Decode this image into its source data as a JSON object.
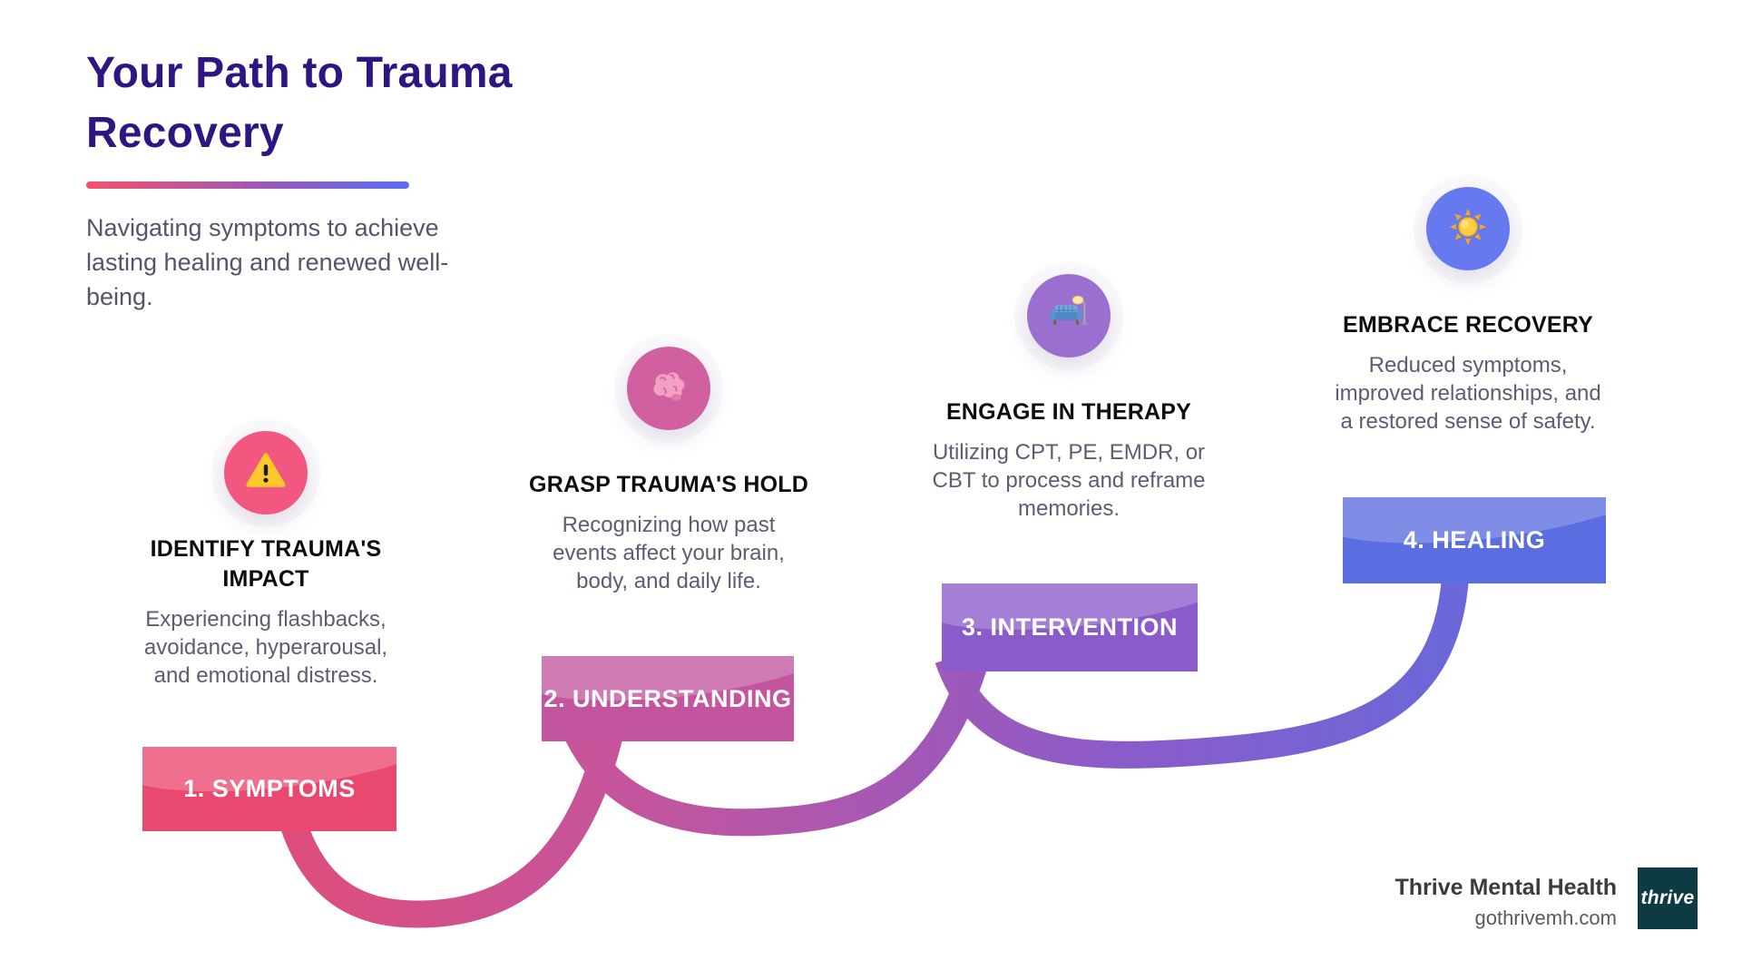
{
  "header": {
    "title": "Your Path to Trauma Recovery",
    "subtitle": "Navigating symptoms to achieve lasting healing and renewed well-being.",
    "title_color": "#2e1582",
    "underline_gradient": [
      "#f4516c",
      "#5b6ef5"
    ]
  },
  "steps": [
    {
      "banner": "1. SYMPTOMS",
      "heading": "IDENTIFY TRAUMA'S IMPACT",
      "body": "Experiencing flashbacks, avoidance, hyperarousal, and emotional distress.",
      "icon": "warning-icon",
      "circle_color": "#f2577f",
      "banner_color": "#e9486f"
    },
    {
      "banner": "2. UNDERSTANDING",
      "heading": "GRASP TRAUMA'S HOLD",
      "body": "Recognizing how past events affect your brain, body, and daily life.",
      "icon": "brain-icon",
      "circle_color": "#d0609f",
      "banner_color": "#c2559e"
    },
    {
      "banner": "3. INTERVENTION",
      "heading": "ENGAGE IN THERAPY",
      "body": "Utilizing CPT, PE, EMDR, or CBT to process and reframe memories.",
      "icon": "therapy-couch-icon",
      "circle_color": "#9b6fd0",
      "banner_color": "#8a5bc9"
    },
    {
      "banner": "4. HEALING",
      "heading": "EMBRACE RECOVERY",
      "body": "Reduced symptoms, improved relationships, and a restored sense of safety.",
      "icon": "sun-icon",
      "circle_color": "#6679ee",
      "banner_color": "#5b6ee1"
    }
  ],
  "wave": {
    "gradient": [
      "#ea4a6f",
      "#c2559e",
      "#8a5bc9",
      "#5b6ee1"
    ],
    "stroke_width": 30
  },
  "footer": {
    "brand": "Thrive Mental Health",
    "website": "gothrivemh.com",
    "logo_text": "thrive",
    "logo_bg": "#0e3a44"
  }
}
